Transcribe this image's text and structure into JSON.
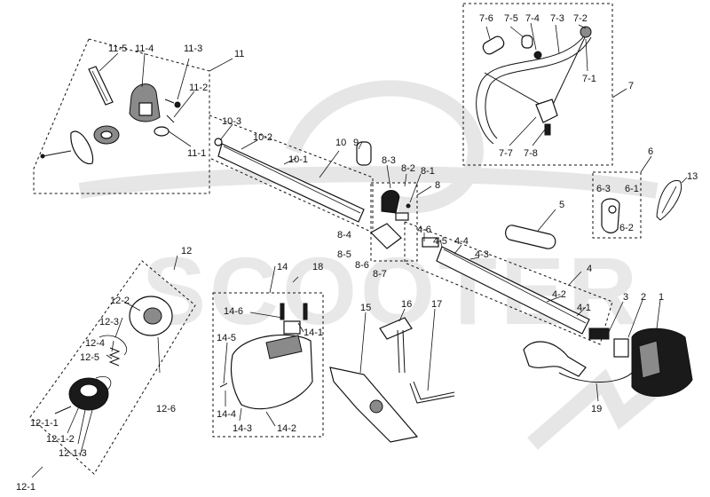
{
  "watermark": {
    "text": "SCOOTER",
    "color": "#e6e6e6"
  },
  "colors": {
    "line": "#111111",
    "background": "#ffffff"
  },
  "callouts": {
    "c1": "1",
    "c2": "2",
    "c3": "3",
    "c4": "4",
    "c4_1": "4-1",
    "c4_2": "4-2",
    "c4_3": "4-3",
    "c4_4": "4-4",
    "c4_5": "4-5",
    "c4_6": "4-6",
    "c5": "5",
    "c6": "6",
    "c6_1": "6-1",
    "c6_2": "6-2",
    "c6_3": "6-3",
    "c7": "7",
    "c7_1": "7-1",
    "c7_2": "7-2",
    "c7_3": "7-3",
    "c7_4": "7-4",
    "c7_5": "7-5",
    "c7_6": "7-6",
    "c7_7": "7-7",
    "c7_8": "7-8",
    "c8": "8",
    "c8_1": "8-1",
    "c8_2": "8-2",
    "c8_3": "8-3",
    "c8_4": "8-4",
    "c8_5": "8-5",
    "c8_6": "8-6",
    "c8_7": "8-7",
    "c9": "9",
    "c10": "10",
    "c10_1": "10-1",
    "c10_2": "10-2",
    "c10_3": "10-3",
    "c11": "11",
    "c11_1": "11-1",
    "c11_2": "11-2",
    "c11_3": "11-3",
    "c11_4": "11-4",
    "c11_5": "11-5",
    "c12": "12",
    "c12_1": "12-1",
    "c12_1_1": "12-1-1",
    "c12_1_2": "12-1-2",
    "c12_1_3": "12-1-3",
    "c12_2": "12-2",
    "c12_3": "12-3",
    "c12_4": "12-4",
    "c12_5": "12-5",
    "c12_6": "12-6",
    "c13": "13",
    "c14": "14",
    "c14_1": "14-1",
    "c14_2": "14-2",
    "c14_3": "14-3",
    "c14_4": "14-4",
    "c14_5": "14-5",
    "c14_6": "14-6",
    "c15": "15",
    "c16": "16",
    "c17": "17",
    "c18": "18",
    "c19": "19"
  }
}
